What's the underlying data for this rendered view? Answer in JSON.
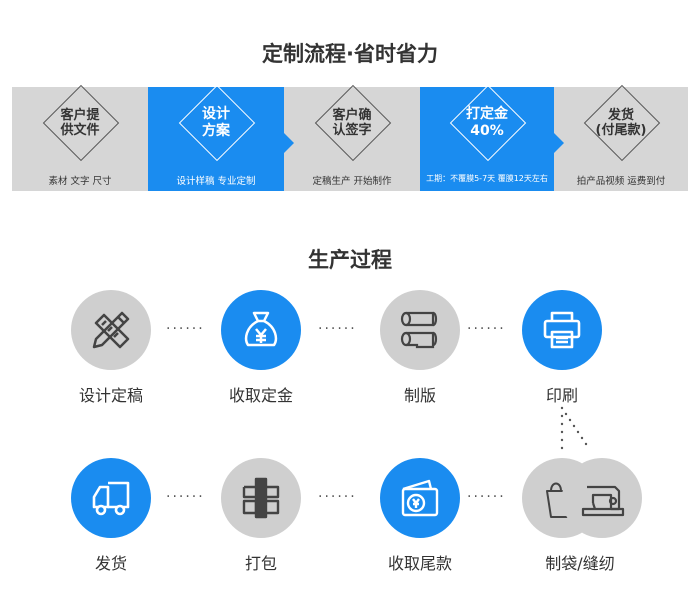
{
  "section1": {
    "title": "定制流程·省时省力",
    "steps": [
      {
        "label": "客户提\n供文件",
        "sub": "素材  文字  尺寸"
      },
      {
        "label": "设计\n方案",
        "sub": "设计样稿  专业定制"
      },
      {
        "label": "客户确\n认签字",
        "sub": "定稿生产  开始制作"
      },
      {
        "label": "打定金\n40%",
        "sub": "工期：不覆膜5-7天  覆膜12天左右"
      },
      {
        "label": "发货\n(付尾款)",
        "sub": "拍产品视频  运费到付"
      }
    ]
  },
  "section2": {
    "title": "生产过程",
    "items": [
      {
        "label": "设计定稿",
        "icon": "design-tools-icon"
      },
      {
        "label": "收取定金",
        "icon": "money-bag-icon"
      },
      {
        "label": "制版",
        "icon": "printing-rollers-icon"
      },
      {
        "label": "印刷",
        "icon": "printer-icon"
      },
      {
        "label": "发货",
        "icon": "delivery-truck-icon"
      },
      {
        "label": "打包",
        "icon": "package-icon"
      },
      {
        "label": "收取尾款",
        "icon": "wallet-icon"
      },
      {
        "label": "制袋/缝纫",
        "icon": "bag-sewing-icon"
      }
    ]
  },
  "colors": {
    "accent": "#1a8cf0",
    "grey": "#d6d6d6",
    "text": "#333333"
  }
}
